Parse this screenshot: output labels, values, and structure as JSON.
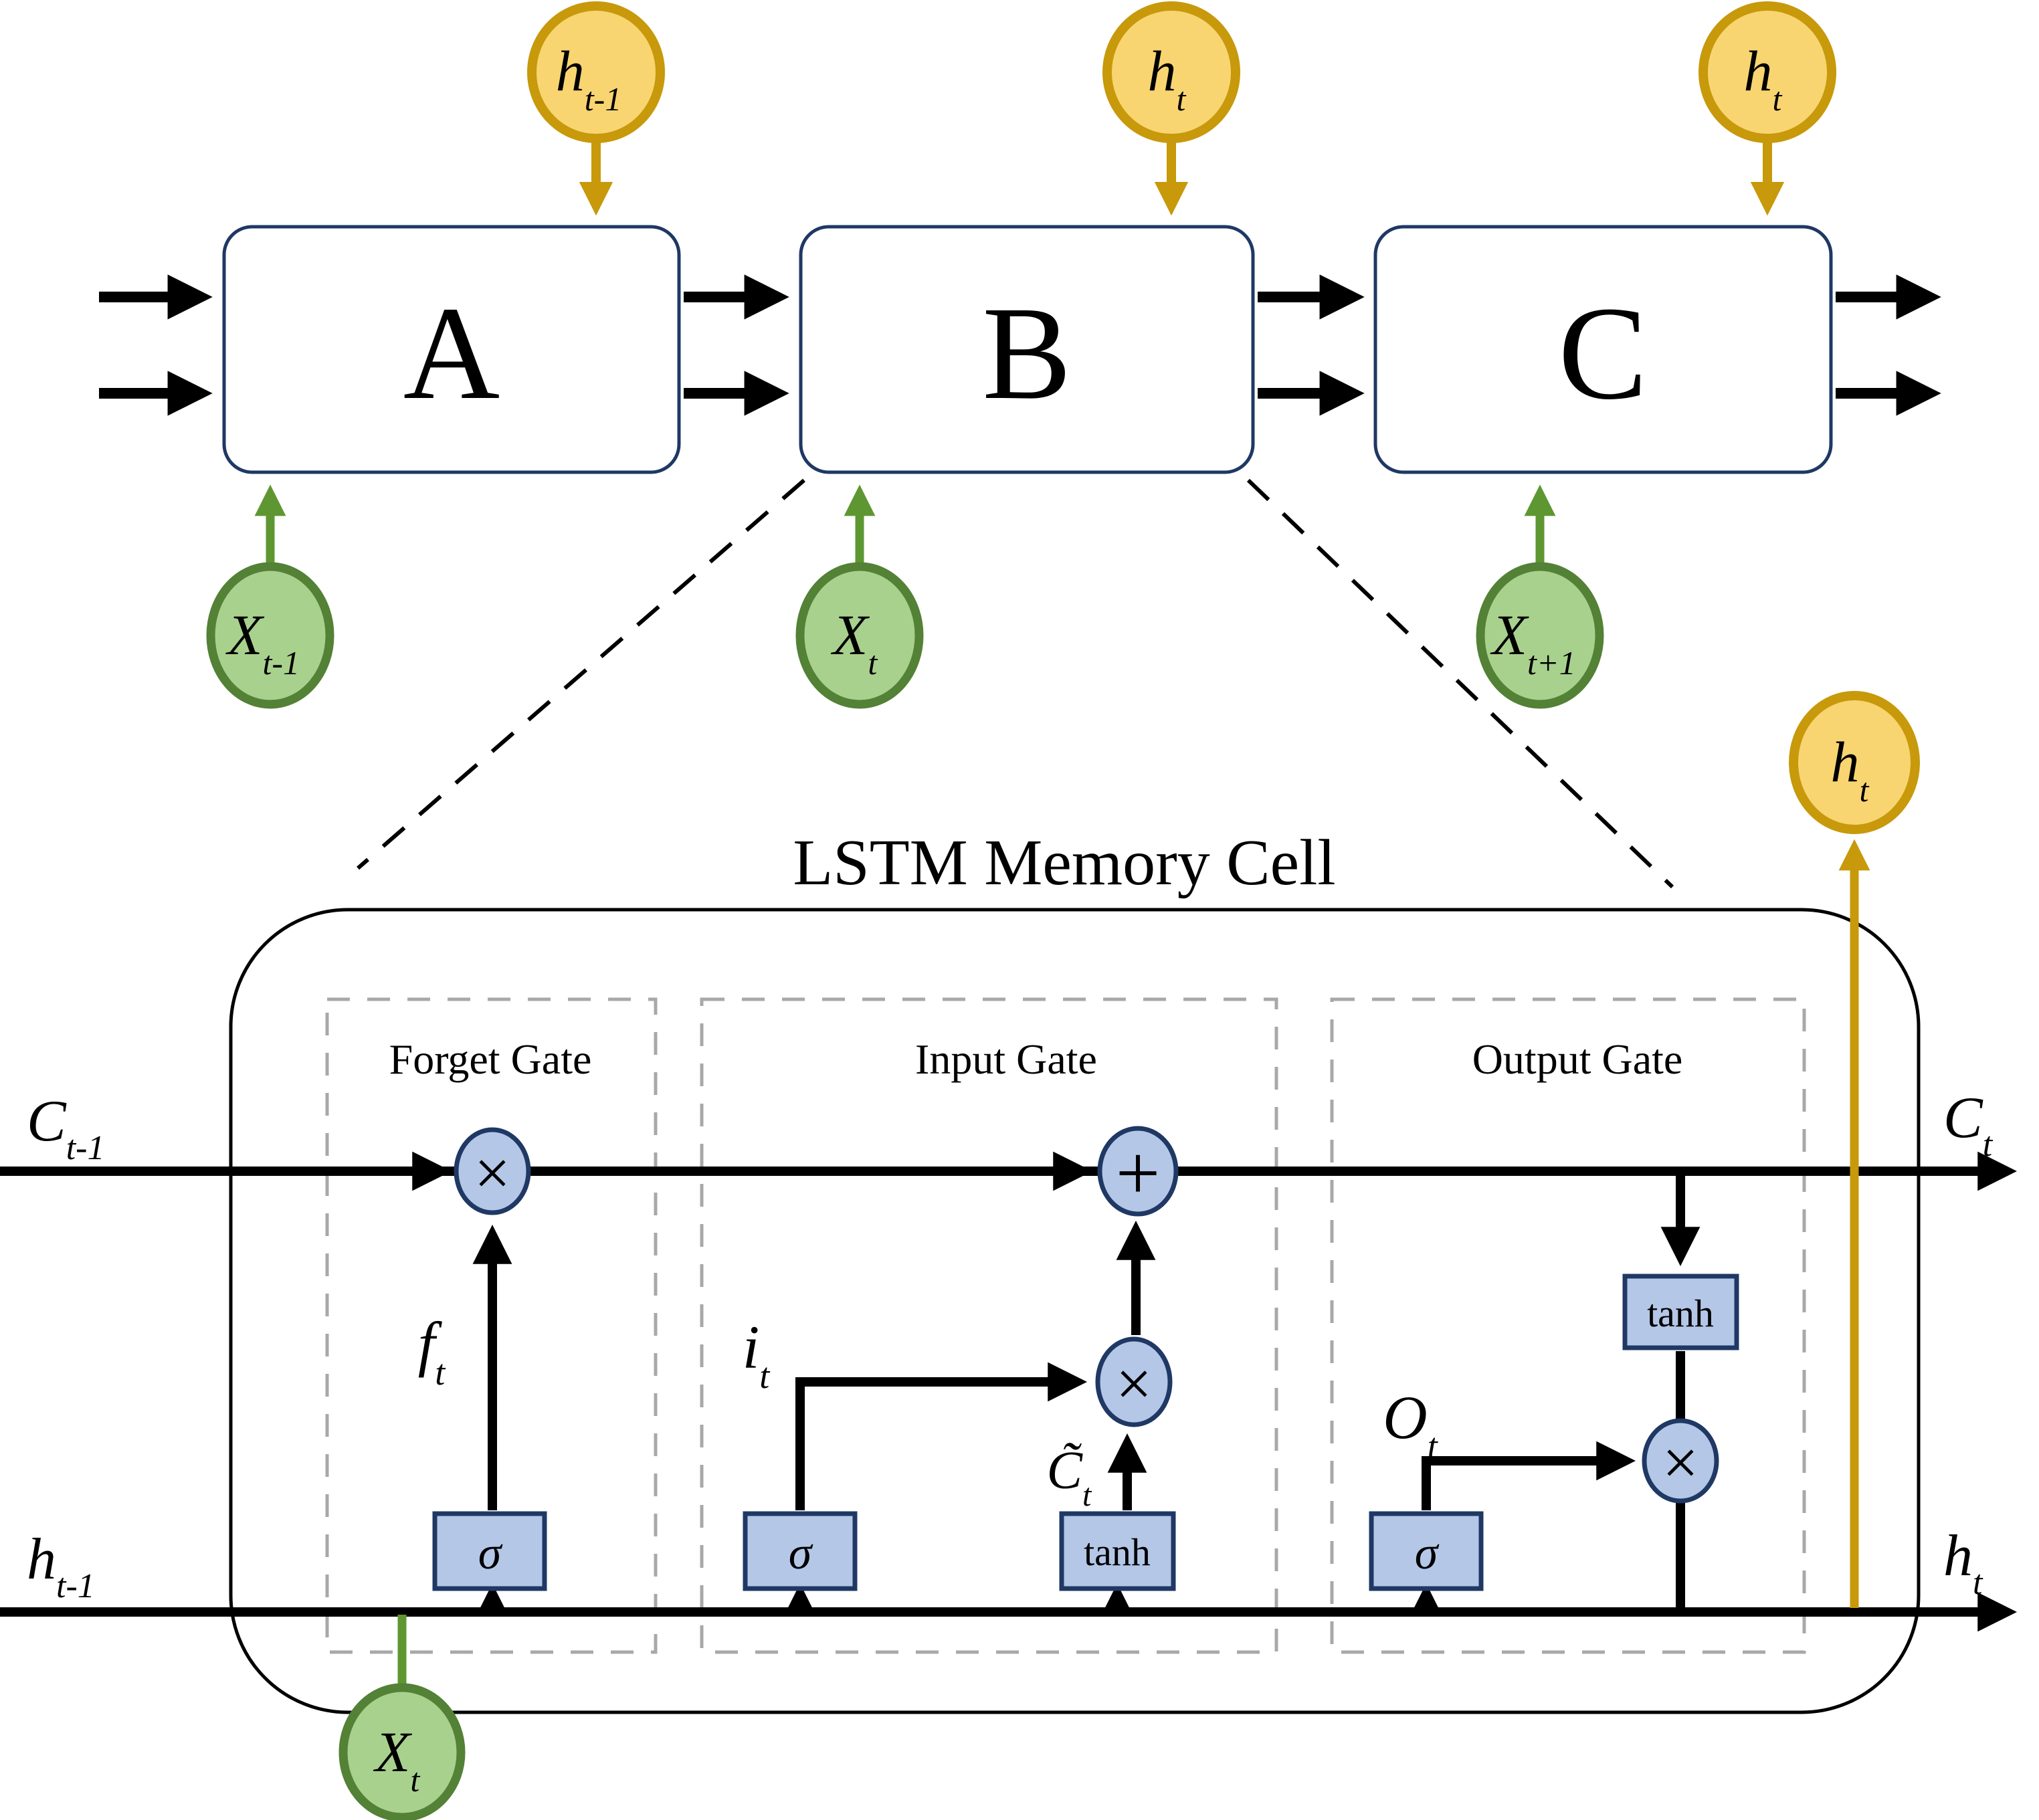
{
  "colors": {
    "gold_fill": "#F8D571",
    "gold_stroke": "#C7990B",
    "green_fill": "#A9D18E",
    "green_stroke": "#538135",
    "blue_fill": "#B4C7E7",
    "blue_stroke": "#1F3864",
    "line_black": "#000000",
    "dash_gray": "#A8A8A8"
  },
  "top_row": {
    "blocks": [
      {
        "label": "A"
      },
      {
        "label": "B"
      },
      {
        "label": "C"
      }
    ],
    "h_circles": [
      {
        "base": "h",
        "sub": "t-1"
      },
      {
        "base": "h",
        "sub": "t"
      },
      {
        "base": "h",
        "sub": "t"
      }
    ],
    "x_circles": [
      {
        "base": "X",
        "sub": "t-1"
      },
      {
        "base": "X",
        "sub": "t"
      },
      {
        "base": "X",
        "sub": "t+1"
      }
    ]
  },
  "cell": {
    "title": "LSTM Memory Cell",
    "gates": [
      {
        "label": "Forget Gate"
      },
      {
        "label": "Input Gate"
      },
      {
        "label": "Output Gate"
      }
    ],
    "c_line": {
      "left": {
        "base": "C",
        "sub": "t-1"
      },
      "right": {
        "base": "C",
        "sub": "t"
      }
    },
    "h_line": {
      "left": {
        "base": "h",
        "sub": "t-1"
      },
      "right": {
        "base": "h",
        "sub": "t"
      }
    },
    "signals": {
      "forget": {
        "base": "f",
        "sub": "t"
      },
      "input": {
        "base": "i",
        "sub": "t"
      },
      "candidate": {
        "base": "C̃",
        "sub": "t"
      },
      "output": {
        "base": "O",
        "sub": "t"
      }
    },
    "ops": {
      "sigma": "σ",
      "tanh": "tanh",
      "multiply": "×",
      "add": "+"
    },
    "h_output_circle": {
      "base": "h",
      "sub": "t"
    },
    "x_input_circle": {
      "base": "X",
      "sub": "t"
    }
  }
}
